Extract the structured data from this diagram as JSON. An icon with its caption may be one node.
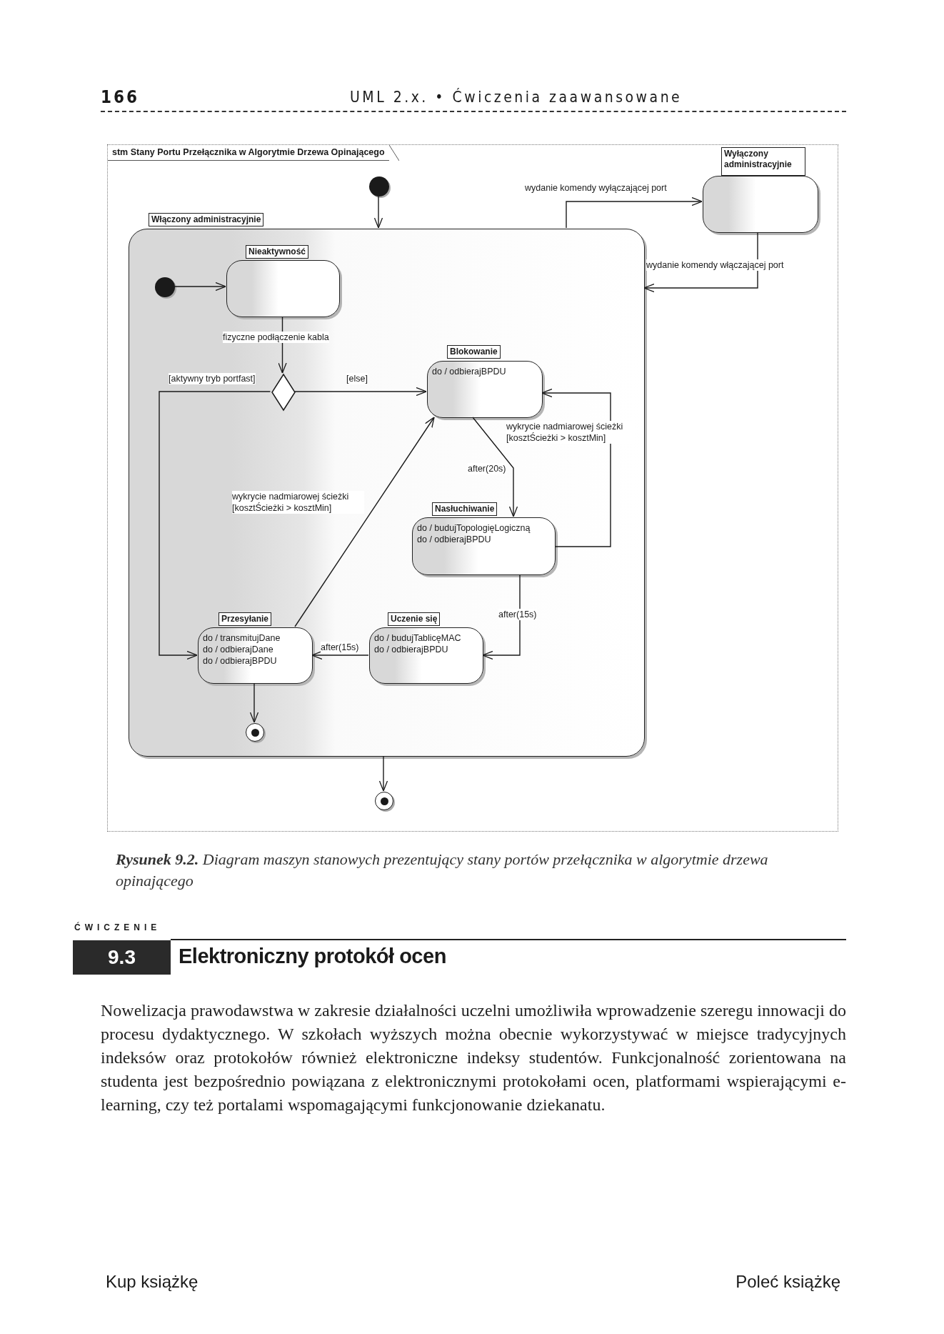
{
  "diagram": {
    "caption": "**Rysunek 9.2.** Diagram maszyn stanowych prezentujący stany portów przełącznika w algorytmie drzewa opinającego",
    "nodes": [
      {
        "text": [
          "stm Stany Portu Przełącznika w Algorytmie Drzewa Opinającego"
        ]
      },
      {
        "text": [],
        "shape": "circle",
        "in": 0
      },
      {
        "text": [
          "Włączony administracyjnie"
        ],
        "in": 0
      },
      {
        "text": [
          "Wyłączony administracyjnie"
        ],
        "in": 0
      },
      {
        "text": [],
        "shape": "circle",
        "in": 2
      },
      {
        "text": [
          "Nieaktywność"
        ],
        "in": 2
      },
      {
        "text": [],
        "shape": "diamond",
        "in": 2
      },
      {
        "text": [
          "Blokowanie",
          "do / odbierajBPDU"
        ],
        "in": 2
      },
      {
        "text": [
          "Nasłuchiwanie",
          "do / budujTopologięLogiczną",
          "do / odbierajBPDU"
        ],
        "in": 2
      },
      {
        "text": [
          "Przesyłanie",
          "do / transmitujDane",
          "do / odbierajDane",
          "do / odbierajBPDU"
        ],
        "in": 2
      },
      {
        "text": [
          "Uczenie się",
          "do / budujTablicęMAC",
          "do / odbierajBPDU"
        ],
        "in": 2
      },
      {
        "text": [],
        "shape": "circle",
        "in": 2
      },
      {
        "text": [],
        "shape": "circle",
        "in": 0
      }
    ],
    "edges": [
      {
        "from": 1,
        "to": 2,
        "arrow": "to"
      },
      {
        "from": 2,
        "to": 3,
        "arrow": "to",
        "label": "wydanie komendy wyłączającej port"
      },
      {
        "from": 3,
        "to": 2,
        "arrow": "to",
        "label": "wydanie komendy włączającej port"
      },
      {
        "from": 4,
        "to": 5,
        "arrow": "to"
      },
      {
        "from": 5,
        "to": 6,
        "arrow": "to",
        "label": "fizyczne podłączenie kabla"
      },
      {
        "from": 6,
        "to": 9,
        "arrow": "to",
        "label": "[aktywny tryb portfast]"
      },
      {
        "from": 6,
        "to": 7,
        "arrow": "to",
        "label": "[else]"
      },
      {
        "from": 7,
        "to": 8,
        "arrow": "to",
        "label": "after(20s)"
      },
      {
        "from": 8,
        "to": 7,
        "arrow": "to",
        "label": "wykrycie nadmiarowej ścieżki [kosztŚcieżki > kosztMin]"
      },
      {
        "from": 8,
        "to": 10,
        "arrow": "to",
        "label": "after(15s)"
      },
      {
        "from": 10,
        "to": 9,
        "arrow": "to",
        "label": "after(15s)"
      },
      {
        "from": 9,
        "to": 7,
        "arrow": "to",
        "label": "wykrycie nadmiarowej ścieżki [kosztŚcieżki > kosztMin]"
      },
      {
        "from": 9,
        "to": 11,
        "arrow": "to"
      },
      {
        "from": 2,
        "to": 12,
        "arrow": "to"
      }
    ],
    "labels": [
      "166",
      "UML 2.x. • Ćwiczenia zaawansowane",
      "ĆWICZENIE",
      "9.3",
      "Elektroniczny protokół ocen",
      "Nowelizacja prawodawstwa w zakresie działalności uczelni umożliwiła wprowadzenie szeregu innowacji do procesu dydaktycznego. W szkołach wyższych można obecnie wykorzystywać w miejsce tradycyjnych indeksów oraz protokołów również elektroniczne indeksy studentów. Funkcjonalność zorientowana na studenta jest bezpośrednio powiązana z elektronicznymi protokołami ocen, platformami wspierającymi e-learning, czy też portalami wspomagającymi funkcjonowanie dziekanatu.",
      "Kup książkę",
      "Poleć książkę"
    ]
  }
}
